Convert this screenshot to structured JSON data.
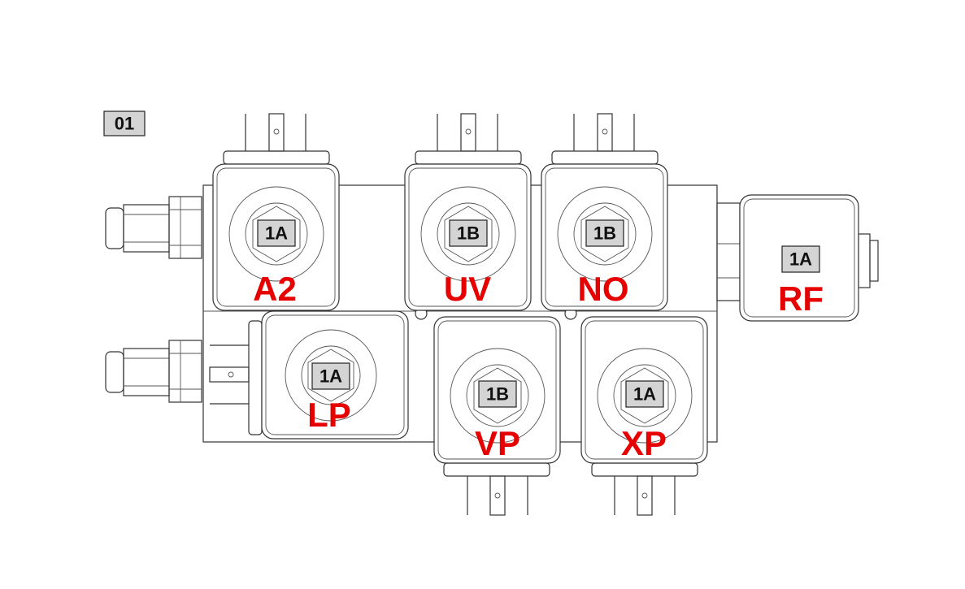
{
  "drawing_tag": "01",
  "solenoids": [
    {
      "name": "A2",
      "tag": "1A"
    },
    {
      "name": "UV",
      "tag": "1B"
    },
    {
      "name": "NO",
      "tag": "1B"
    },
    {
      "name": "RF",
      "tag": "1A"
    },
    {
      "name": "LP",
      "tag": "1A"
    },
    {
      "name": "VP",
      "tag": "1B"
    },
    {
      "name": "XP",
      "tag": "1A"
    }
  ],
  "colors": {
    "label": "#e60000",
    "tag_fill": "#d4d4d4",
    "line": "#333333"
  }
}
